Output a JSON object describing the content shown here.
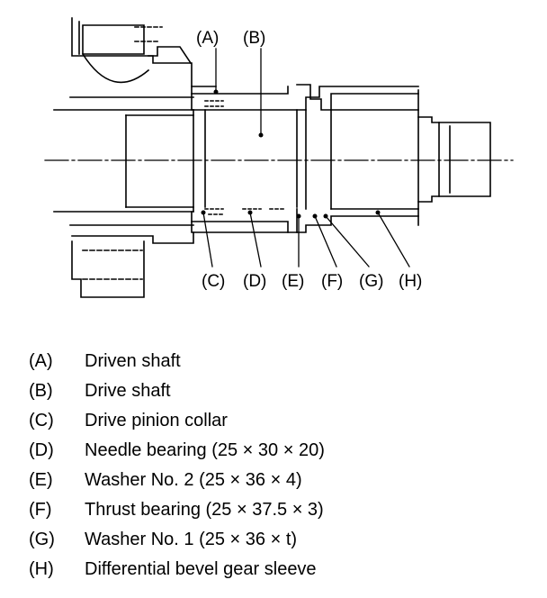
{
  "diagram": {
    "top_callouts": [
      "(A)",
      "(B)"
    ],
    "bottom_callouts": [
      "(C)",
      "(D)",
      "(E)",
      "(F)",
      "(G)",
      "(H)"
    ]
  },
  "legend": [
    {
      "key": "(A)",
      "text": "Driven shaft"
    },
    {
      "key": "(B)",
      "text": "Drive shaft"
    },
    {
      "key": "(C)",
      "text": "Drive pinion collar"
    },
    {
      "key": "(D)",
      "text": "Needle bearing (25 × 30 × 20)"
    },
    {
      "key": "(E)",
      "text": "Washer No. 2 (25 × 36 × 4)"
    },
    {
      "key": "(F)",
      "text": "Thrust bearing (25 × 37.5 × 3)"
    },
    {
      "key": "(G)",
      "text": "Washer No. 1 (25 × 36 × t)"
    },
    {
      "key": "(H)",
      "text": "Differential bevel gear sleeve"
    }
  ]
}
